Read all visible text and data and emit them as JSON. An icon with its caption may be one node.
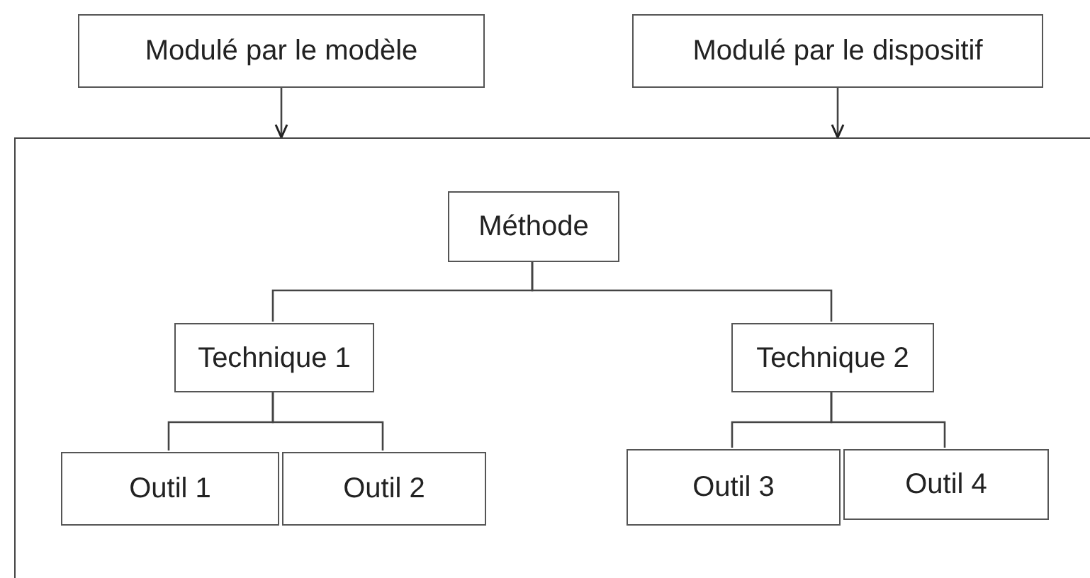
{
  "diagram": {
    "nodes": [
      {
        "text": [
          "Modulé par le modèle"
        ]
      },
      {
        "text": [
          "Modulé par le dispositif"
        ]
      },
      {
        "text": [],
        "shape": "box"
      },
      {
        "text": [
          "Méthode"
        ],
        "in": 2
      },
      {
        "text": [
          "Technique 1"
        ],
        "in": 2
      },
      {
        "text": [
          "Technique 2"
        ],
        "in": 2
      },
      {
        "text": [
          "Outil 1"
        ],
        "in": 2
      },
      {
        "text": [
          "Outil 2"
        ],
        "in": 2
      },
      {
        "text": [
          "Outil 3"
        ],
        "in": 2
      },
      {
        "text": [
          "Outil 4"
        ],
        "in": 2
      }
    ],
    "edges": [
      {
        "from": 0,
        "to": 2,
        "arrow": "to"
      },
      {
        "from": 1,
        "to": 2,
        "arrow": "to"
      },
      {
        "from": 3,
        "to": 4,
        "arrow": "none"
      },
      {
        "from": 3,
        "to": 5,
        "arrow": "none"
      },
      {
        "from": 4,
        "to": 6,
        "arrow": "none"
      },
      {
        "from": 4,
        "to": 7,
        "arrow": "none"
      },
      {
        "from": 5,
        "to": 8,
        "arrow": "none"
      },
      {
        "from": 5,
        "to": 9,
        "arrow": "none"
      }
    ]
  }
}
